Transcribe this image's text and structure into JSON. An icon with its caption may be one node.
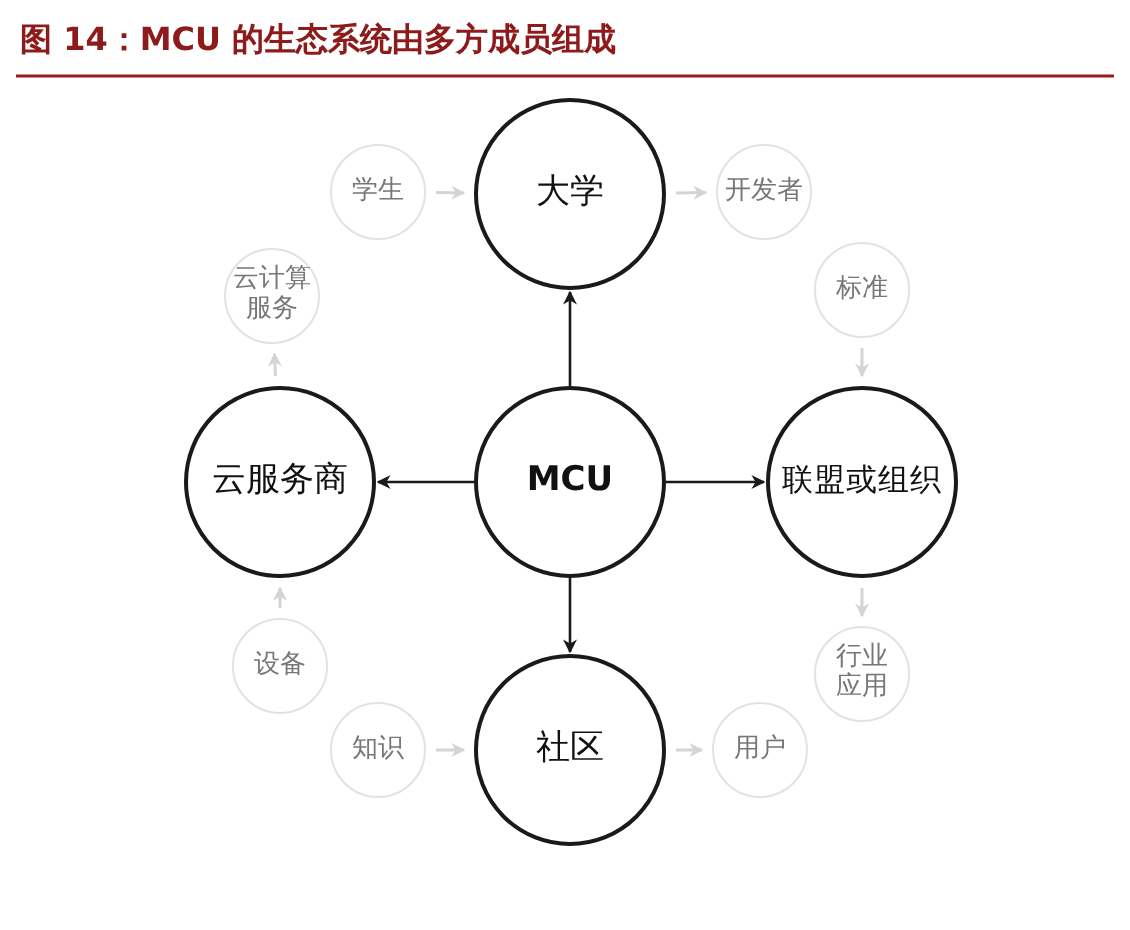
{
  "diagram": {
    "title": "图 14：MCU 的生态系统由多方成员组成",
    "nodes": [
      {
        "text": [
          "学生"
        ]
      },
      {
        "text": [
          "大学"
        ]
      },
      {
        "text": [
          "开发者"
        ]
      },
      {
        "text": [
          "云计算服务"
        ]
      },
      {
        "text": [
          "标准"
        ]
      },
      {
        "text": [
          "云服务商"
        ]
      },
      {
        "text": [
          "MCU"
        ]
      },
      {
        "text": [
          "联盟或组织"
        ]
      },
      {
        "text": [
          "设备"
        ]
      },
      {
        "text": [
          "行业应用"
        ]
      },
      {
        "text": [
          "知识"
        ]
      },
      {
        "text": [
          "社区"
        ]
      },
      {
        "text": [
          "用户"
        ]
      }
    ],
    "edges": [
      {
        "from": 6,
        "to": 1,
        "arrow": "to",
        "color": "#1a1a1a"
      },
      {
        "from": 6,
        "to": 5,
        "arrow": "to",
        "color": "#1a1a1a"
      },
      {
        "from": 6,
        "to": 7,
        "arrow": "to",
        "color": "#1a1a1a"
      },
      {
        "from": 6,
        "to": 11,
        "arrow": "to",
        "color": "#1a1a1a"
      },
      {
        "from": 0,
        "to": 1,
        "arrow": "to"
      },
      {
        "from": 1,
        "to": 2,
        "arrow": "to"
      },
      {
        "from": 5,
        "to": 3,
        "arrow": "to"
      },
      {
        "from": 8,
        "to": 5,
        "arrow": "to"
      },
      {
        "from": 4,
        "to": 7,
        "arrow": "to"
      },
      {
        "from": 7,
        "to": 9,
        "arrow": "to"
      },
      {
        "from": 10,
        "to": 11,
        "arrow": "to"
      },
      {
        "from": 11,
        "to": 12,
        "arrow": "to"
      }
    ]
  }
}
